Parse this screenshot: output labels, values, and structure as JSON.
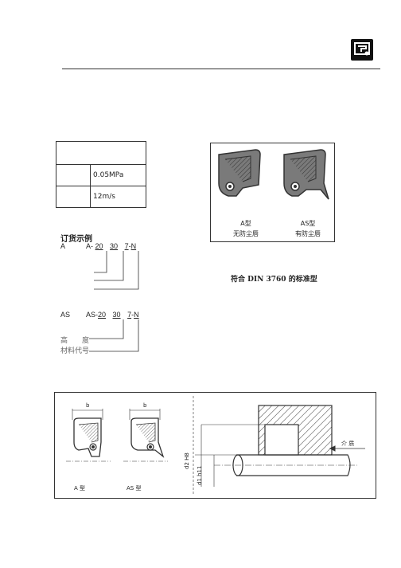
{
  "spec_table": {
    "rows": [
      {
        "label": "",
        "value": ""
      },
      {
        "label": "",
        "value": "0.05MPa"
      },
      {
        "label": "",
        "value": "12m/s"
      }
    ]
  },
  "order_example": {
    "title": "订货示例",
    "a_prefix": "A",
    "a_code": "A-",
    "a_parts": [
      "20",
      "30",
      "7",
      "-",
      "N"
    ],
    "as_prefix": "AS",
    "as_code": "AS-",
    "as_parts": [
      "20",
      "30",
      "7",
      "-",
      "N"
    ],
    "labels": [
      "高　　度",
      "材料代号"
    ]
  },
  "figure_top": {
    "label_a": "A型",
    "label_a_sub": "无防尘唇",
    "label_as": "AS型",
    "label_as_sub": "有防尘唇",
    "caption": "符合 DIN 3760 的标准型"
  },
  "figure_bottom": {
    "dim_b": "b",
    "label_a": "A 型",
    "label_as": "AS 型",
    "dim_d2": "d2 H8",
    "dim_d1": "d1 h11",
    "medium": "介 质"
  },
  "colors": {
    "seal_gray": "#7a7a7a",
    "line": "#333333"
  }
}
